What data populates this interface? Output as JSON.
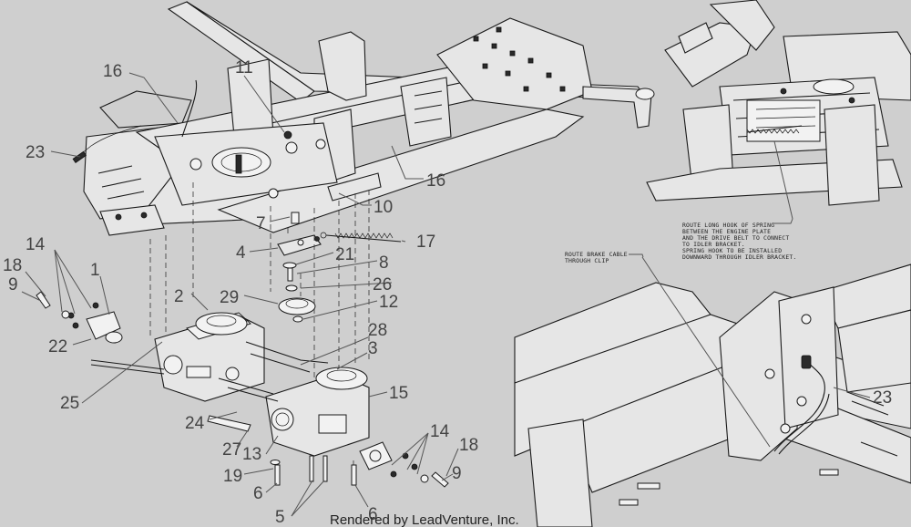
{
  "callouts": [
    {
      "id": "c16a",
      "text": "16"
    },
    {
      "id": "c11",
      "text": "11"
    },
    {
      "id": "c23a",
      "text": "23"
    },
    {
      "id": "c16b",
      "text": "16"
    },
    {
      "id": "c10",
      "text": "10"
    },
    {
      "id": "c7",
      "text": "7"
    },
    {
      "id": "c17",
      "text": "17"
    },
    {
      "id": "c4",
      "text": "4"
    },
    {
      "id": "c21",
      "text": "21"
    },
    {
      "id": "c8",
      "text": "8"
    },
    {
      "id": "c26",
      "text": "26"
    },
    {
      "id": "c14a",
      "text": "14"
    },
    {
      "id": "c18a",
      "text": "18"
    },
    {
      "id": "c1",
      "text": "1"
    },
    {
      "id": "c9a",
      "text": "9"
    },
    {
      "id": "c2",
      "text": "2"
    },
    {
      "id": "c29",
      "text": "29"
    },
    {
      "id": "c12",
      "text": "12"
    },
    {
      "id": "c22",
      "text": "22"
    },
    {
      "id": "c28",
      "text": "28"
    },
    {
      "id": "c3",
      "text": "3"
    },
    {
      "id": "c25",
      "text": "25"
    },
    {
      "id": "c15",
      "text": "15"
    },
    {
      "id": "c24",
      "text": "24"
    },
    {
      "id": "c14b",
      "text": "14"
    },
    {
      "id": "c27",
      "text": "27"
    },
    {
      "id": "c18b",
      "text": "18"
    },
    {
      "id": "c13",
      "text": "13"
    },
    {
      "id": "c19",
      "text": "19"
    },
    {
      "id": "c9b",
      "text": "9"
    },
    {
      "id": "c6a",
      "text": "6"
    },
    {
      "id": "c5",
      "text": "5"
    },
    {
      "id": "c6b",
      "text": "6"
    },
    {
      "id": "c23b",
      "text": "23"
    }
  ],
  "notes": {
    "spring_note": [
      "ROUTE LONG HOOK OF SPRING",
      "BETWEEN THE ENGINE PLATE",
      "AND THE DRIVE BELT TO CONNECT",
      "TO IDLER BRACKET.",
      "SPRING HOOK TO BE INSTALLED",
      "DOWNWARD THROUGH IDLER BRACKET."
    ],
    "brake_note": [
      "ROUTE BRAKE CABLE",
      "THROUGH CLIP"
    ]
  },
  "footer": "Rendered by LeadVenture, Inc."
}
